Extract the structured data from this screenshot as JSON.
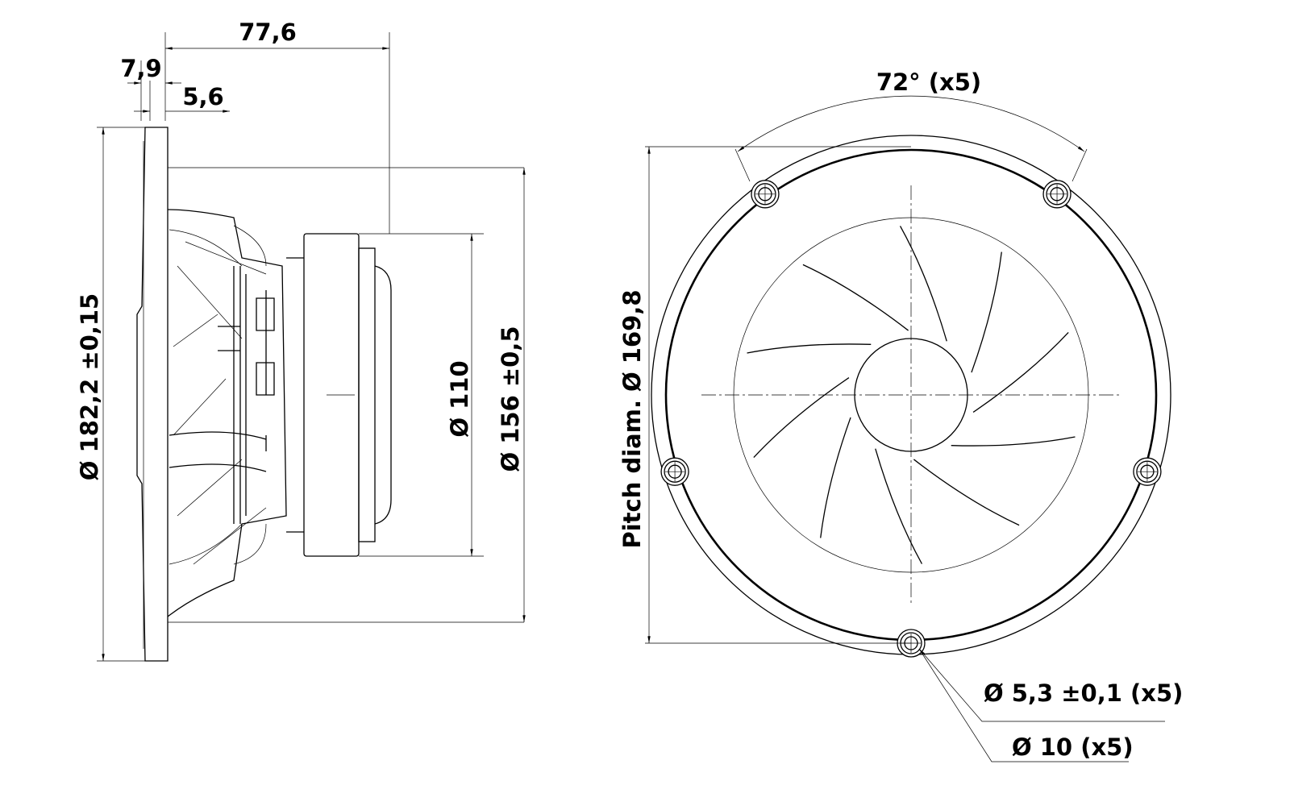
{
  "side_view": {
    "depth": "77,6",
    "flange_thickness": "7,9",
    "flange_offset": "5,6",
    "outer_diameter": "Ø 182,2 ±0,15",
    "magnet_diameter": "Ø 110",
    "basket_diameter": "Ø 156 ±0,5"
  },
  "front_view": {
    "hole_angle": "72° (x5)",
    "pitch_diameter": "Pitch diam. Ø 169,8",
    "hole_diameter": "Ø 5,3 ±0,1 (x5)",
    "counterbore_diameter": "Ø 10 (x5)"
  }
}
